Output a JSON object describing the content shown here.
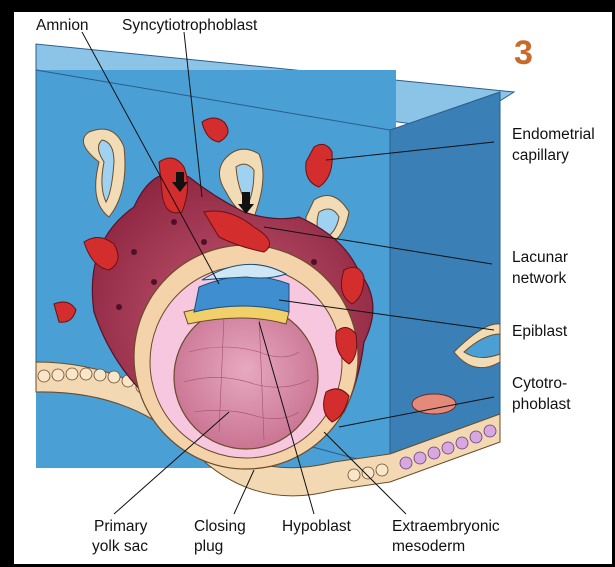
{
  "figure": {
    "panel_number": "3",
    "panel_number_color": "#c96a2a",
    "colors": {
      "endometrium": "#4a9fd4",
      "endometrium_side": "#3a7fb5",
      "endometrium_top": "#6bb3e0",
      "syncytiotrophoblast": "#a8324f",
      "cytotrophoblast": "#f2cfa8",
      "yolk_sac": "#d98aa5",
      "epiblast": "#3f8fd0",
      "capillary": "#d42d2d"
    },
    "labels": {
      "amnion": "Amnion",
      "syncytiotrophoblast": "Syncytiotrophoblast",
      "endometrial_capillary_1": "Endometrial",
      "endometrial_capillary_2": "capillary",
      "lacunar_network_1": "Lacunar",
      "lacunar_network_2": "network",
      "epiblast": "Epiblast",
      "cytotrophoblast_1": "Cytotro-",
      "cytotrophoblast_2": "phoblast",
      "primary_yolk_sac_1": "Primary",
      "primary_yolk_sac_2": "yolk sac",
      "closing_plug_1": "Closing",
      "closing_plug_2": "plug",
      "hypoblast": "Hypoblast",
      "extraembryonic_mesoderm_1": "Extraembryonic",
      "extraembryonic_mesoderm_2": "mesoderm"
    }
  }
}
